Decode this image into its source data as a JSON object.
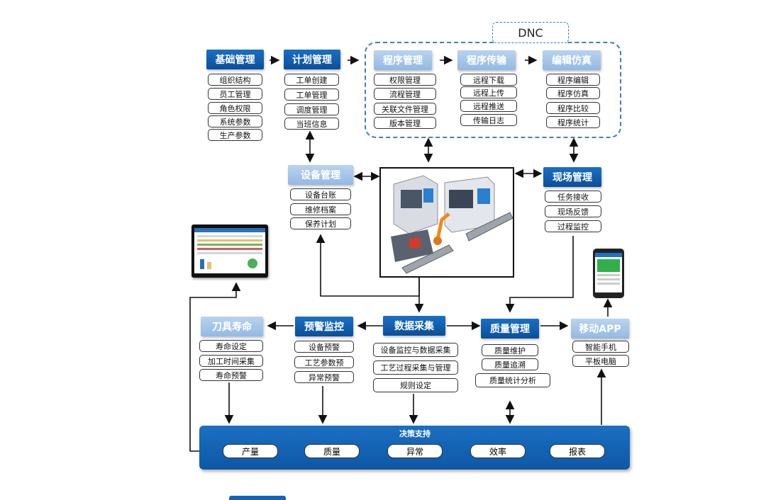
{
  "dnc": {
    "label": "DNC"
  },
  "basic": {
    "title": "基础管理",
    "items": [
      "组织结构",
      "员工管理",
      "角色权限",
      "系统参数",
      "生产参数"
    ]
  },
  "plan": {
    "title": "计划管理",
    "items": [
      "工单创建",
      "工单管理",
      "调度管理",
      "当班信息"
    ]
  },
  "program_mgmt": {
    "title": "程序管理",
    "items": [
      "权限管理",
      "流程管理",
      "关联文件管理",
      "版本管理"
    ]
  },
  "program_transfer": {
    "title": "程序传输",
    "items": [
      "远程下载",
      "远程上传",
      "远程推送",
      "传输日志"
    ]
  },
  "edit_sim": {
    "title": "编辑仿真",
    "items": [
      "程序编辑",
      "程序仿真",
      "程序比较",
      "程序统计"
    ]
  },
  "equipment": {
    "title": "设备管理",
    "items": [
      "设备台账",
      "维修档案",
      "保养计划"
    ]
  },
  "field": {
    "title": "现场管理",
    "items": [
      "任务接收",
      "现场反馈",
      "过程监控"
    ]
  },
  "tool_life": {
    "title": "刀具寿命",
    "items": [
      "寿命设定",
      "加工时间采集",
      "寿命预警"
    ]
  },
  "alarm": {
    "title": "预警监控",
    "items": [
      "设备预警",
      "工艺参数预",
      "异常预警"
    ]
  },
  "data_collect": {
    "title": "数据采集",
    "items": [
      "设备监控与数据采集",
      "工艺过程采集与管理",
      "规则设定"
    ]
  },
  "quality": {
    "title": "质量管理",
    "items": [
      "质量维护",
      "质量追溯",
      "质量统计分析"
    ]
  },
  "mobile": {
    "title": "移动APP",
    "items": [
      "智能手机",
      "平板电脑"
    ]
  },
  "decision": {
    "title": "决策支持",
    "items": [
      "产量",
      "质量",
      "异常",
      "效率",
      "报表"
    ]
  },
  "colors": {
    "dark_header": "#0b4f9a",
    "light_header": "#a8c8ec",
    "dnc_border": "#3d7fc7",
    "bar": "#1664b4"
  }
}
